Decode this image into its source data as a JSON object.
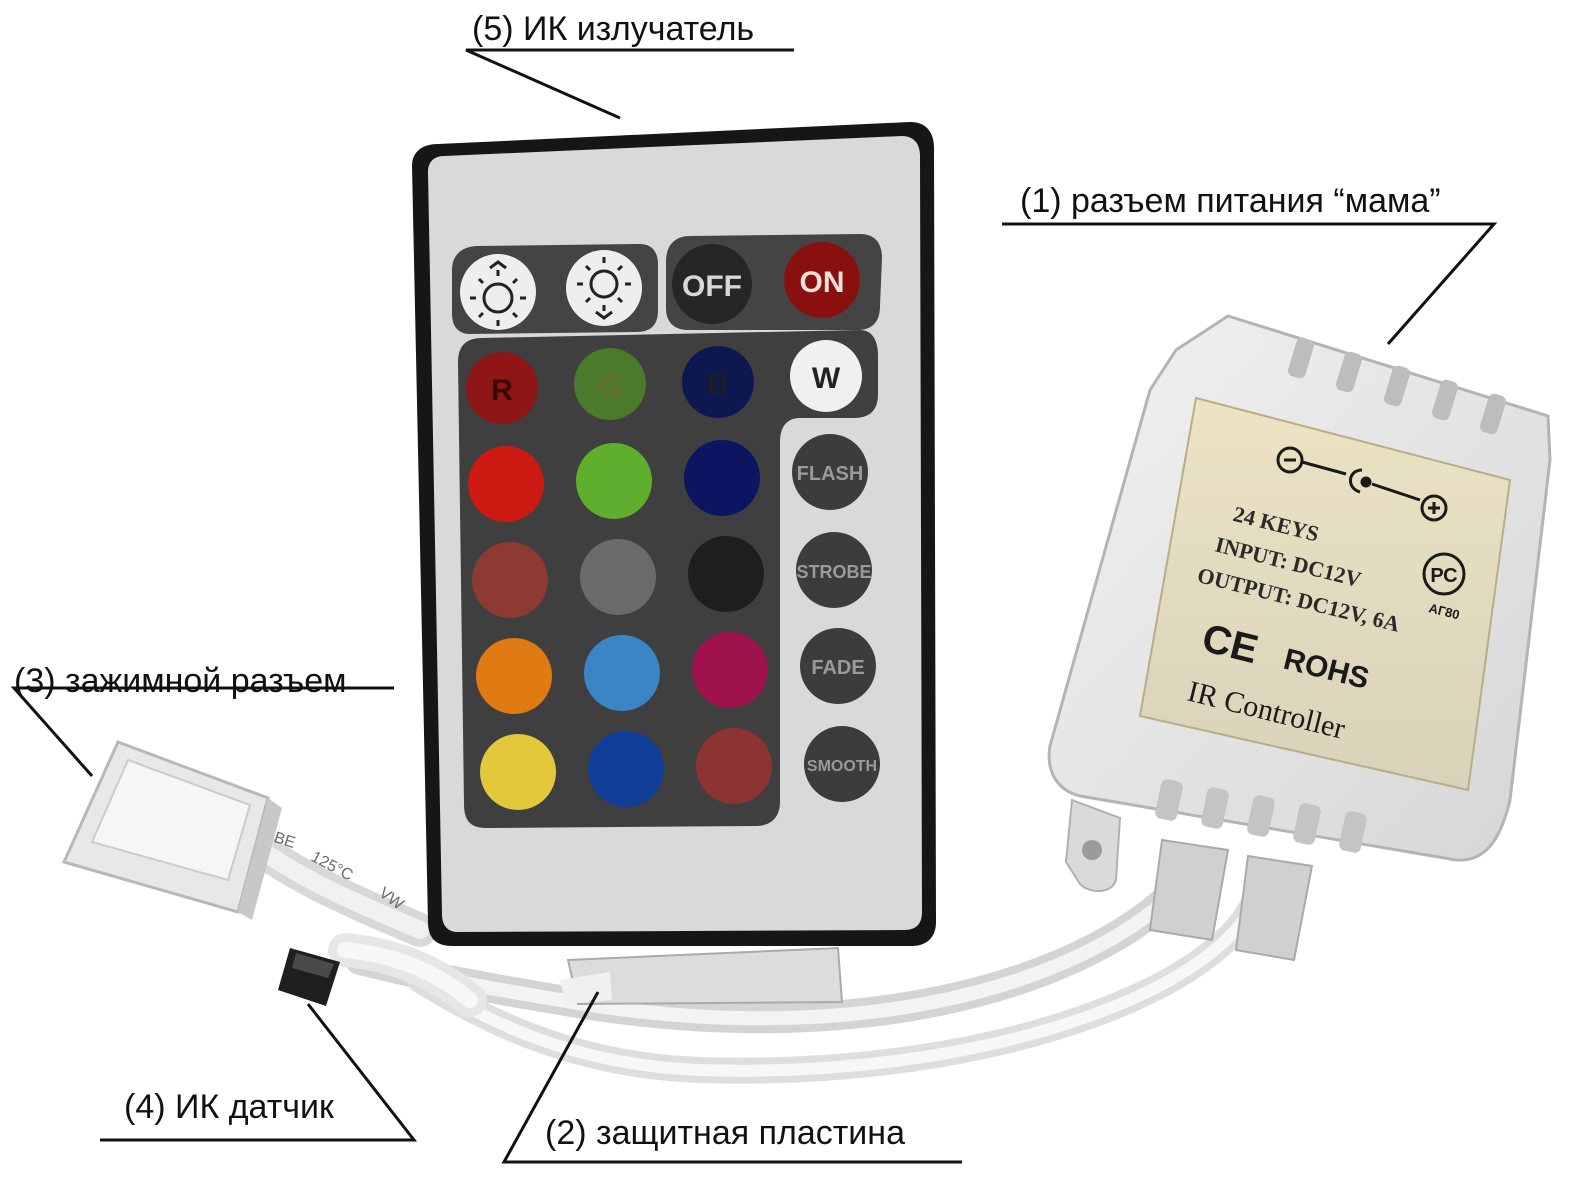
{
  "callouts": {
    "emitter": "(5) ИК излучатель",
    "power": "(1) разъем питания “мама”",
    "clamp": "(3) зажимной разъем",
    "sensor": "(4) ИК датчик",
    "plate": "(2) защитная пластина"
  },
  "remote": {
    "buttons": {
      "off": "OFF",
      "on": "ON",
      "r": "R",
      "g": "G",
      "b": "B",
      "w": "W",
      "flash": "FLASH",
      "strobe": "STROBE",
      "fade": "FADE",
      "smooth": "SMOOTH"
    },
    "colors": [
      "#cc1a12",
      "#5fae2e",
      "#0c1660",
      "#8c3a32",
      "#6a6a6a",
      "#1e1e1e",
      "#e07a12",
      "#3a86c4",
      "#a0124e",
      "#e2c83a",
      "#103e98",
      "#8c3432"
    ],
    "icons": [
      "brightness-up-icon",
      "brightness-down-icon"
    ]
  },
  "controller": {
    "keys": "24 KEYS",
    "input": "INPUT: DC12V",
    "output": "OUTPUT: DC12V, 6A",
    "rohs": "ROHS",
    "ce": "CE",
    "name": "IR Controller",
    "cert": "АГ80",
    "icons": [
      "polarity-icon",
      "rst-certification-icon"
    ]
  },
  "cable_markings": [
    "UBE",
    "125°C",
    "VW"
  ]
}
